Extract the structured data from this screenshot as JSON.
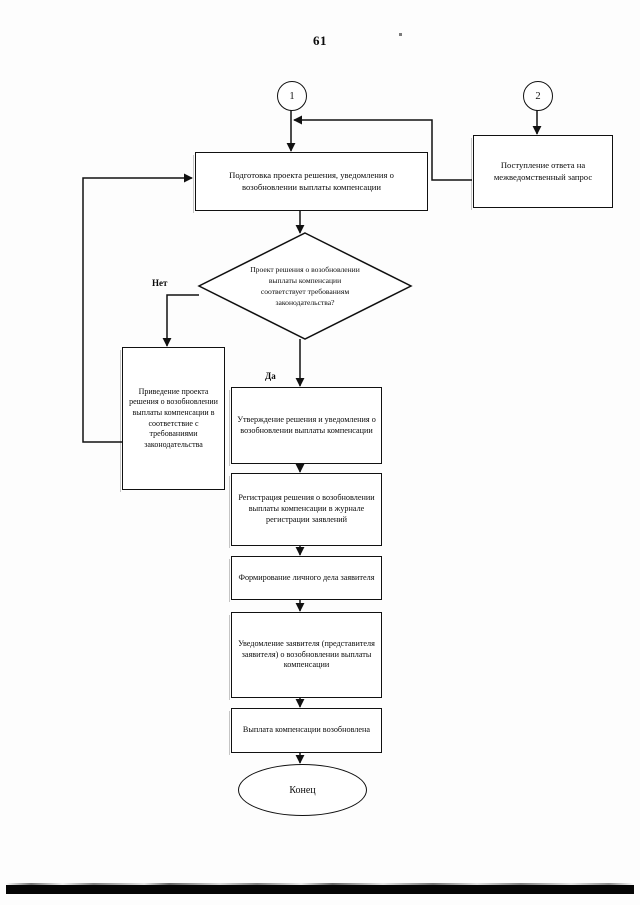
{
  "document": {
    "page_number": "61",
    "language": "ru"
  },
  "chart_data": {
    "type": "diagram",
    "diagram_kind": "flowchart",
    "title": "",
    "orientation": "top-to-bottom",
    "nodes": [
      {
        "id": "c1",
        "shape": "connector-circle",
        "label": "1"
      },
      {
        "id": "c2",
        "shape": "connector-circle",
        "label": "2"
      },
      {
        "id": "n1",
        "shape": "process",
        "label": "Подготовка проекта решения, уведомления о возобновлении выплаты компенсации"
      },
      {
        "id": "n2",
        "shape": "process",
        "label": "Поступление ответа на межведомственный запрос"
      },
      {
        "id": "d1",
        "shape": "decision",
        "label": "Проект решения о возобновлении выплаты компенсации соответствует требованиям законодательства?"
      },
      {
        "id": "n3",
        "shape": "process",
        "label": "Приведение проекта решения о возобновлении выплаты компенсации в соответствие с требованиями законодательства"
      },
      {
        "id": "n4",
        "shape": "process",
        "label": "Утверждение решения и уведомления о возобновлении выплаты компенсации"
      },
      {
        "id": "n5",
        "shape": "process",
        "label": "Регистрация решения о возобновлении выплаты компенсации в журнале регистрации заявлений"
      },
      {
        "id": "n6",
        "shape": "process",
        "label": "Формирование личного дела заявителя"
      },
      {
        "id": "n7",
        "shape": "process",
        "label": "Уведомление заявителя (представителя заявителя) о возобновлении  выплаты компенсации"
      },
      {
        "id": "n8",
        "shape": "process",
        "label": "Выплата компенсации возобновлена"
      },
      {
        "id": "end",
        "shape": "terminator",
        "label": "Конец"
      }
    ],
    "edges": [
      {
        "from": "c1",
        "to": "n1",
        "label": ""
      },
      {
        "from": "c2",
        "to": "n2",
        "label": ""
      },
      {
        "from": "n2",
        "to": "n1",
        "label": ""
      },
      {
        "from": "n1",
        "to": "d1",
        "label": ""
      },
      {
        "from": "d1",
        "to": "n3",
        "label": "Нет"
      },
      {
        "from": "d1",
        "to": "n4",
        "label": "Да"
      },
      {
        "from": "n3",
        "to": "n1",
        "label": ""
      },
      {
        "from": "n4",
        "to": "n5",
        "label": ""
      },
      {
        "from": "n5",
        "to": "n6",
        "label": ""
      },
      {
        "from": "n6",
        "to": "n7",
        "label": ""
      },
      {
        "from": "n7",
        "to": "n8",
        "label": ""
      },
      {
        "from": "n8",
        "to": "end",
        "label": ""
      }
    ],
    "branch_labels": {
      "no": "Нет",
      "yes": "Да"
    }
  },
  "nodes": {
    "connector_1": "1",
    "connector_2": "2",
    "prepare_draft": "Подготовка проекта решения, уведомления о возобновлении выплаты компенсации",
    "interagency_answer": "Поступление ответа на межведомственный запрос",
    "decision": "Проект решения о возобновлении выплаты компенсации соответствует требованиям законодательства?",
    "fix_draft": "Приведение проекта решения о возобновлении выплаты компенсации в соответствие с требованиями законодательства",
    "approve": "Утверждение решения и уведомления о возобновлении выплаты компенсации",
    "register": "Регистрация решения о возобновлении выплаты компенсации в журнале регистрации заявлений",
    "form_file": "Формирование личного дела заявителя",
    "notify": "Уведомление заявителя (представителя заявителя) о возобновлении  выплаты компенсации",
    "payment_resumed": "Выплата компенсации возобновлена",
    "end": "Конец"
  },
  "labels": {
    "no": "Нет",
    "yes": "Да"
  },
  "colors": {
    "ink": "#0b0b0b",
    "paper": "#fdfdfd",
    "stroke": "#111111"
  }
}
